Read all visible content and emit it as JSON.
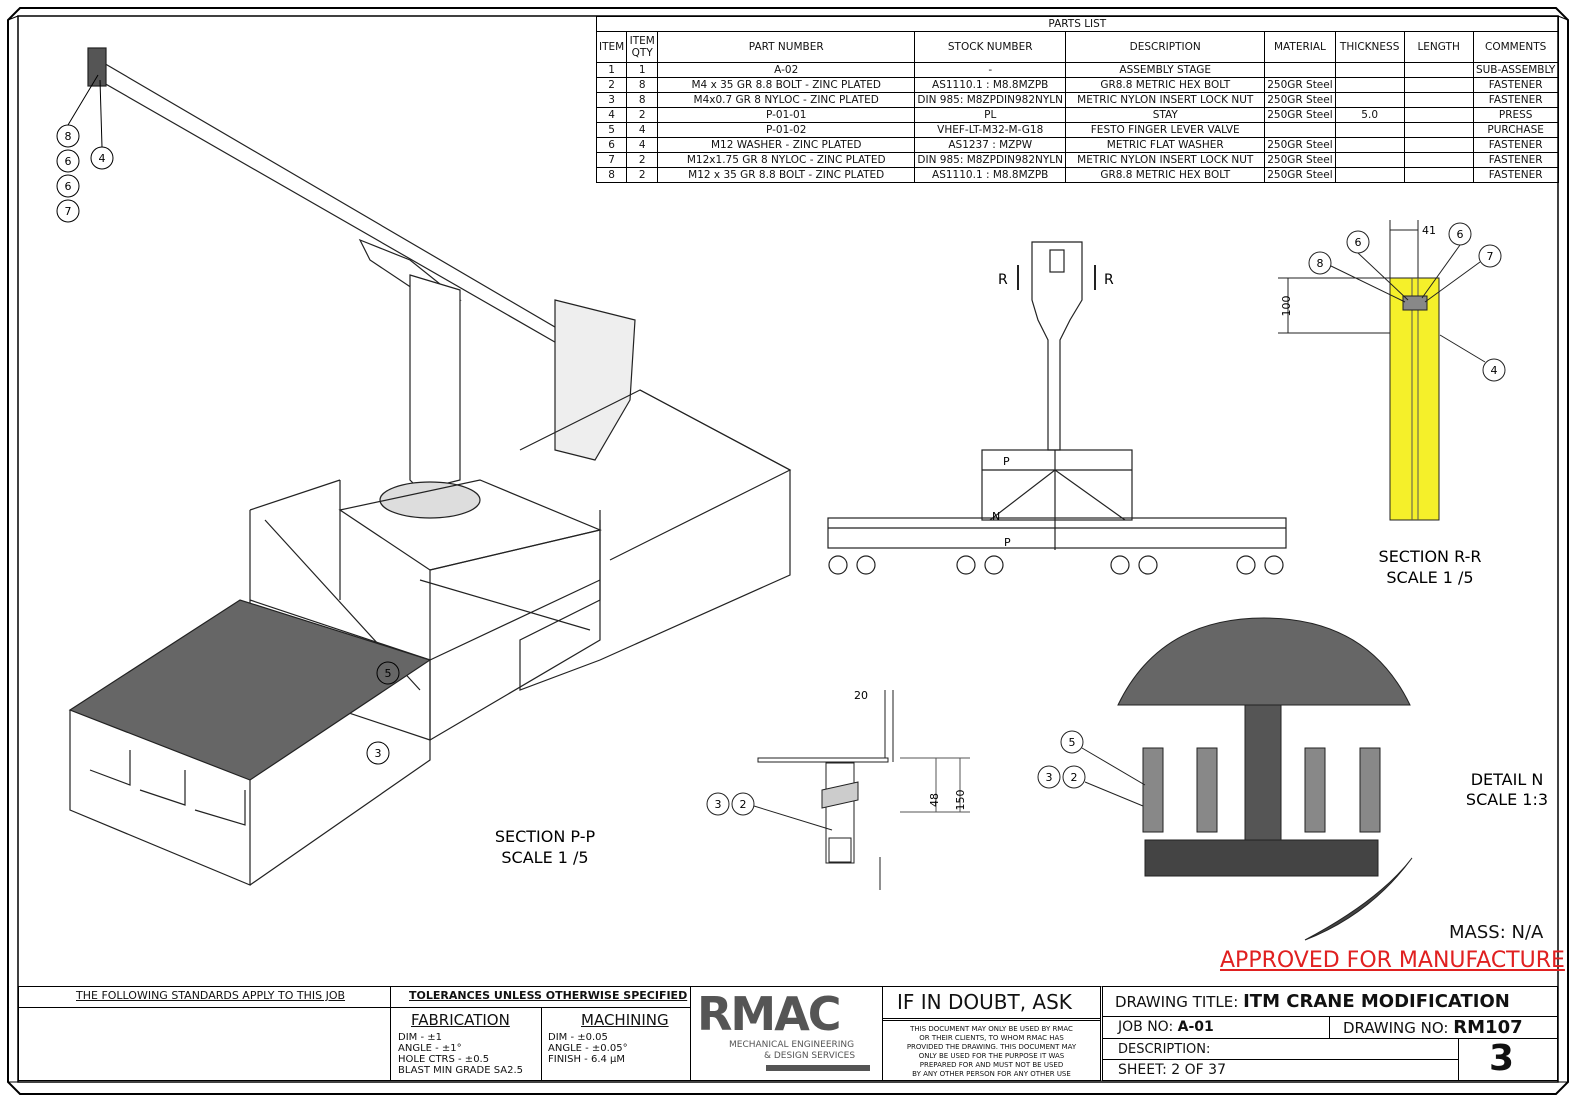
{
  "parts_list": {
    "title": "PARTS LIST",
    "headers": [
      "ITEM",
      "ITEM QTY",
      "PART NUMBER",
      "STOCK NUMBER",
      "DESCRIPTION",
      "MATERIAL",
      "THICKNESS",
      "LENGTH",
      "COMMENTS"
    ],
    "rows": [
      [
        "1",
        "1",
        "A-02",
        "-",
        "ASSEMBLY STAGE",
        "",
        "",
        "",
        "SUB-ASSEMBLY"
      ],
      [
        "2",
        "8",
        "M4 x 35 GR 8.8 BOLT - ZINC PLATED",
        "AS1110.1 : M8.8MZPB",
        "GR8.8 METRIC HEX BOLT",
        "250GR Steel",
        "",
        "",
        "FASTENER"
      ],
      [
        "3",
        "8",
        "M4x0.7 GR 8 NYLOC - ZINC PLATED",
        "DIN 985: M8ZPDIN982NYLN",
        "METRIC NYLON INSERT LOCK NUT",
        "250GR Steel",
        "",
        "",
        "FASTENER"
      ],
      [
        "4",
        "2",
        "P-01-01",
        "PL",
        "STAY",
        "250GR Steel",
        "5.0",
        "",
        "PRESS"
      ],
      [
        "5",
        "4",
        "P-01-02",
        "VHEF-LT-M32-M-G18",
        "FESTO FINGER LEVER VALVE",
        "",
        "",
        "",
        "PURCHASE"
      ],
      [
        "6",
        "4",
        "M12 WASHER - ZINC PLATED",
        "AS1237 : MZPW",
        "METRIC FLAT WASHER",
        "250GR Steel",
        "",
        "",
        "FASTENER"
      ],
      [
        "7",
        "2",
        "M12x1.75 GR 8 NYLOC - ZINC PLATED",
        "DIN 985: M8ZPDIN982NYLN",
        "METRIC NYLON INSERT LOCK NUT",
        "250GR Steel",
        "",
        "",
        "FASTENER"
      ],
      [
        "8",
        "2",
        "M12 x 35 GR 8.8 BOLT - ZINC PLATED",
        "AS1110.1 : M8.8MZPB",
        "GR8.8 METRIC HEX BOLT",
        "250GR Steel",
        "",
        "",
        "FASTENER"
      ]
    ]
  },
  "views": {
    "iso_balloons": [
      "8",
      "6",
      "6",
      "7",
      "4",
      "5",
      "3"
    ],
    "front": {
      "cut_left": "R",
      "cut_right": "R",
      "labels": [
        "P",
        "N",
        "P"
      ]
    },
    "section_rr": {
      "title": "SECTION R-R",
      "scale": "SCALE 1 /5",
      "dim_top": "41",
      "dim_side": "100",
      "balloons": [
        "6",
        "6",
        "8",
        "7",
        "4"
      ]
    },
    "section_pp": {
      "title": "SECTION P-P",
      "scale": "SCALE 1 /5",
      "dim_top": "20",
      "dim_48": "48",
      "dim_150": "150",
      "balloons": [
        "3",
        "2"
      ]
    },
    "detail_n": {
      "title": "DETAIL  N",
      "scale": "SCALE 1:3",
      "balloons": [
        "5",
        "3",
        "2"
      ]
    }
  },
  "mass": "MASS: N/A",
  "approval": "APPROVED FOR MANUFACTURE",
  "approval_color": "#e02020",
  "yellow": "#f5f02a",
  "title_block": {
    "standards": "THE FOLLOWING STANDARDS APPLY TO THIS JOB",
    "tolerances": "TOLERANCES UNLESS OTHERWISE SPECIFIED",
    "fabrication": {
      "title": "FABRICATION",
      "lines": [
        "DIM - ±1",
        "ANGLE - ±1°",
        "HOLE CTRS - ±0.5",
        "BLAST MIN GRADE SA2.5"
      ]
    },
    "machining": {
      "title": "MACHINING",
      "lines": [
        "DIM - ±0.05",
        "ANGLE - ±0.05°",
        "FINISH - 6.4 µM"
      ]
    },
    "logo": {
      "name": "RMAC",
      "sub1": "MECHANICAL ENGINEERING",
      "sub2": "& DESIGN SERVICES"
    },
    "doubt": "IF IN DOUBT, ASK",
    "notice": [
      "THIS DOCUMENT MAY ONLY BE USED BY RMAC",
      "OR THEIR CLIENTS, TO WHOM  RMAC HAS",
      "PROVIDED THE DRAWING. THIS DOCUMENT MAY",
      "ONLY BE USED FOR THE PURPOSE IT WAS",
      "PREPARED FOR AND MUST NOT BE USED",
      "BY ANY OTHER PERSON FOR ANY OTHER USE"
    ],
    "drawing_title_label": "DRAWING TITLE:",
    "drawing_title": "ITM CRANE MODIFICATION",
    "job_label": "JOB NO:",
    "job_no": "A-01",
    "drawing_no_label": "DRAWING NO:",
    "drawing_no": "RM107",
    "description_label": "DESCRIPTION:",
    "sheet": "SHEET: 2 OF 37",
    "revision": "3"
  }
}
